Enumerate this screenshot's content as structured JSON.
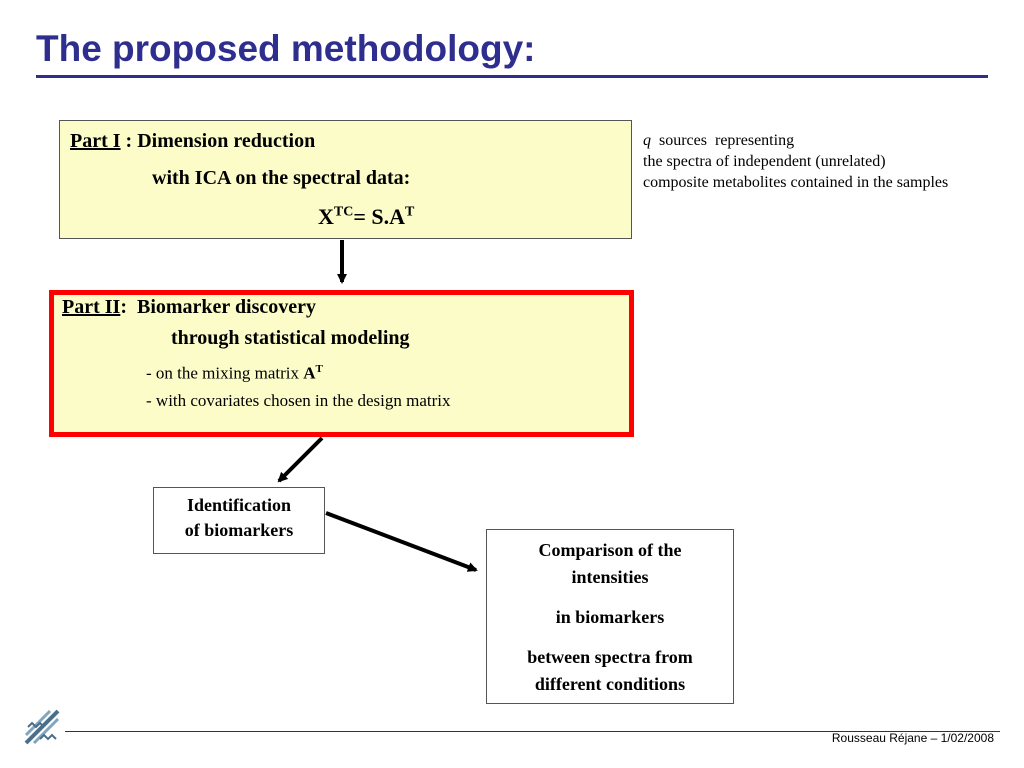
{
  "title": "The proposed methodology:",
  "part1": {
    "label": "Part I",
    "rest": " : Dimension reduction",
    "line2": "with ICA on the spectral data:",
    "formula_x": "X",
    "formula_sup1": "TC",
    "formula_mid": "= S.A",
    "formula_sup2": "T"
  },
  "note": {
    "q": "q",
    "line1_rest": "  sources  representing",
    "line2": "the spectra of independent (unrelated)",
    "line3": "composite metabolites contained in the samples"
  },
  "part2": {
    "label": "Part II",
    "rest": ":  Biomarker discovery",
    "line2": "through  statistical modeling",
    "bullet1": "- on the mixing matrix ",
    "bullet1_a": "A",
    "bullet1_sup": "T",
    "bullet2": "- with covariates chosen in the design matrix"
  },
  "identification": {
    "line1": "Identification",
    "line2": "of biomarkers"
  },
  "comparison": {
    "line1": "Comparison of the",
    "line2": "intensities",
    "line3": "in biomarkers",
    "line4": "between spectra  from",
    "line5": "different conditions"
  },
  "footer": "Rousseau Réjane – 1/02/2008",
  "colors": {
    "title": "#2e2e8f",
    "box_fill": "#fbfcc8",
    "highlight_border": "#ff0000"
  }
}
